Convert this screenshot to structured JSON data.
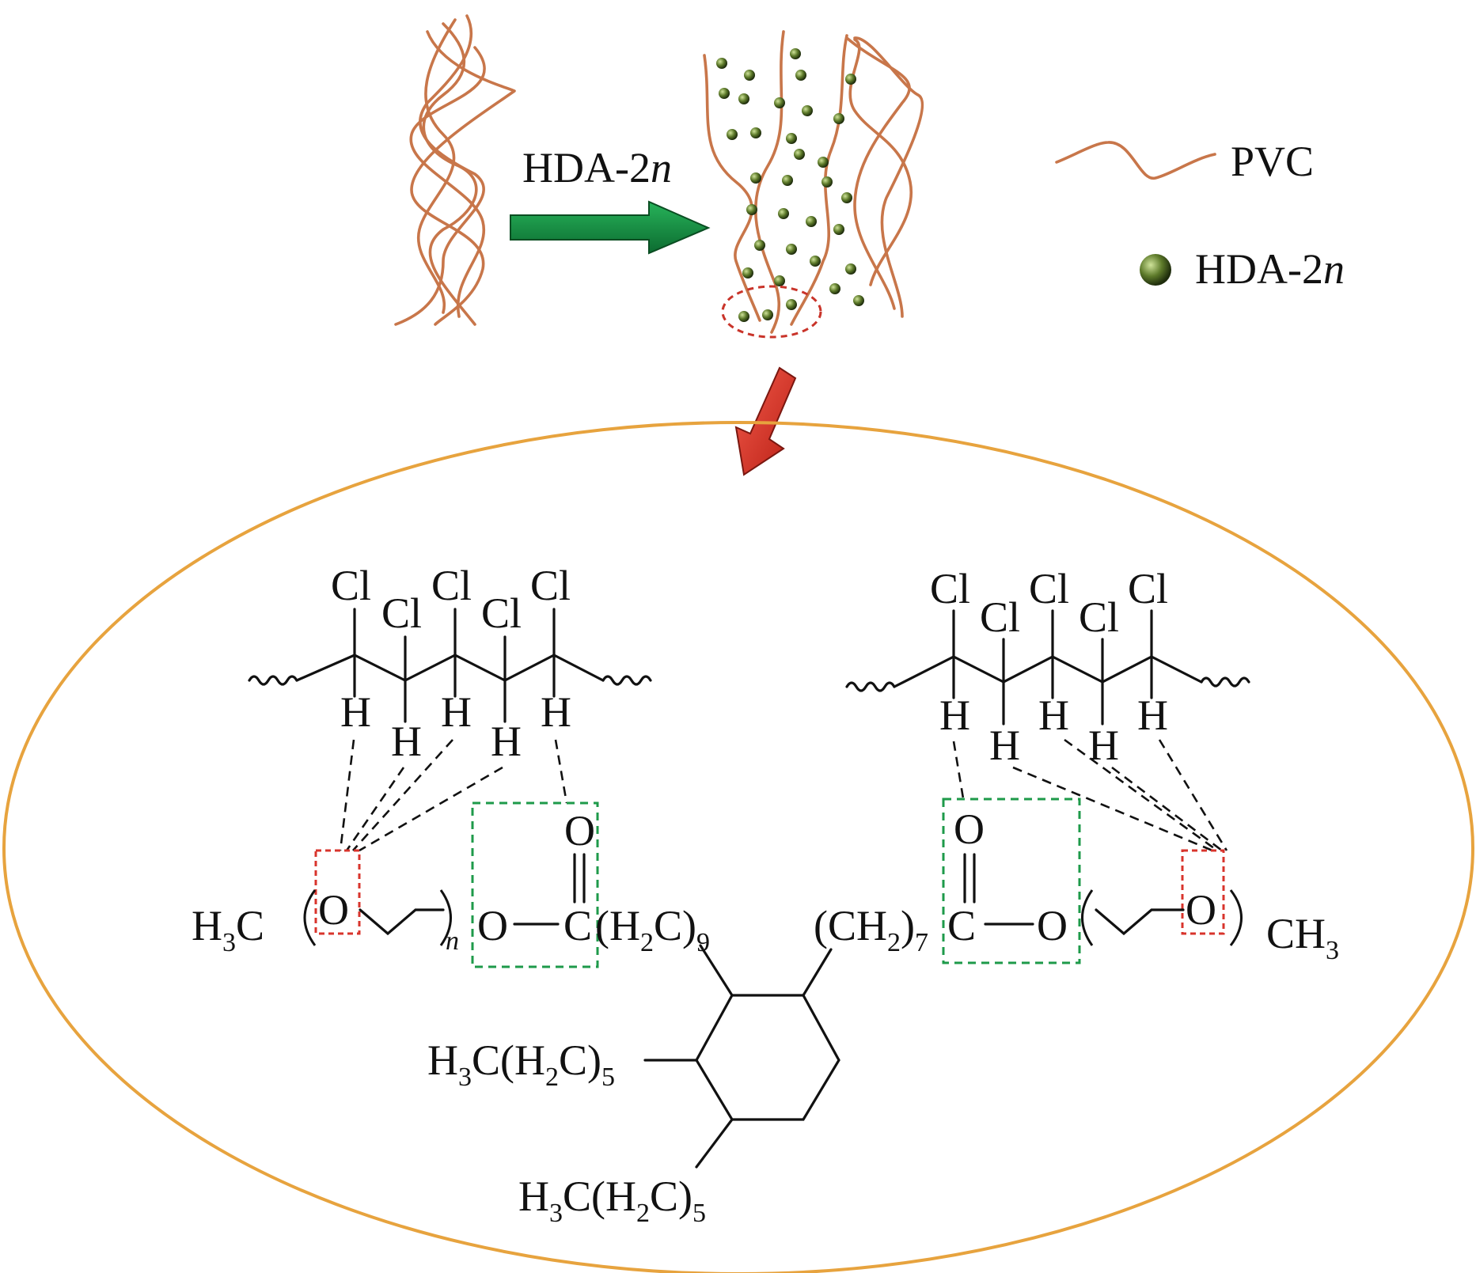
{
  "process": {
    "arrow_label": "HDA-2",
    "arrow_label_italic": "n"
  },
  "legend": {
    "items": [
      {
        "icon": "polymer-chain-icon",
        "label": "PVC"
      },
      {
        "icon": "green-sphere-icon",
        "label": "HDA-2",
        "label_italic": "n"
      }
    ]
  },
  "molecule": {
    "cl": "Cl",
    "h": "H",
    "o": "O",
    "c": "C",
    "h3c": "H",
    "h3c_sub": "3",
    "h3c_c": "C",
    "ch3_c": "CH",
    "ch3_sub": "3",
    "repeat_n": "n",
    "left_chain": [
      "(H",
      "2",
      "C)",
      "9"
    ],
    "right_chain": [
      "(CH",
      "2",
      ")",
      "7"
    ],
    "hexyl_top": [
      "H",
      "3",
      "C(H",
      "2",
      "C)",
      "5"
    ],
    "hexyl_bottom": [
      "H",
      "3",
      "C(H",
      "2",
      "C)",
      "5"
    ]
  },
  "colors": {
    "pvc_chain": "#c8764a",
    "plasticizer_sphere": "#5d7a2a",
    "green_arrow": "#139045",
    "red_arrow": "#e03a2d",
    "ellipse": "#e7a33e",
    "carbonyl_box": "#1e9a4a",
    "ether_box": "#d8342c"
  }
}
